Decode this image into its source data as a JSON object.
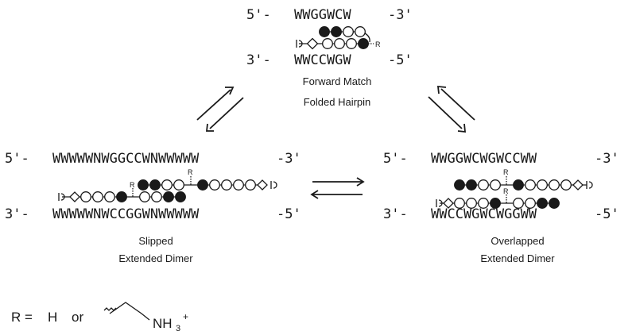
{
  "top": {
    "strand_top_5": "5'-",
    "strand_top_seq": "WWGGWCW",
    "strand_top_3": "-3'",
    "strand_bottom_3": "3'-",
    "strand_bottom_seq": "WWCCWGW",
    "strand_bottom_5": "-5'",
    "label1": "Forward Match",
    "label2": "Folded Hairpin",
    "r_label": "R"
  },
  "left": {
    "strand_top_5": "5'-",
    "strand_top_seq": "WWWWWNWGGCCWNWWWWW",
    "strand_top_3": "-3'",
    "strand_bottom_3": "3'-",
    "strand_bottom_seq": "WWWWWNWCCGGWNWWWWW",
    "strand_bottom_5": "-5'",
    "label1": "Slipped",
    "label2": "Extended Dimer",
    "r_label_a": "R",
    "r_label_b": "R"
  },
  "right": {
    "strand_top_5": "5'-",
    "strand_top_seq": "WWGGWCWGWCCWW",
    "strand_top_3": "-3'",
    "strand_bottom_3": "3'-",
    "strand_bottom_seq": "WWCCWGWCWGGWW",
    "strand_bottom_5": "-5'",
    "label1": "Overlapped",
    "label2": "Extended Dimer",
    "r_label_a": "R",
    "r_label_b": "R"
  },
  "legend": {
    "r_eq": "R =",
    "h": "H",
    "or": "or",
    "nh3": "NH",
    "sub3": "3",
    "plus": "+"
  }
}
